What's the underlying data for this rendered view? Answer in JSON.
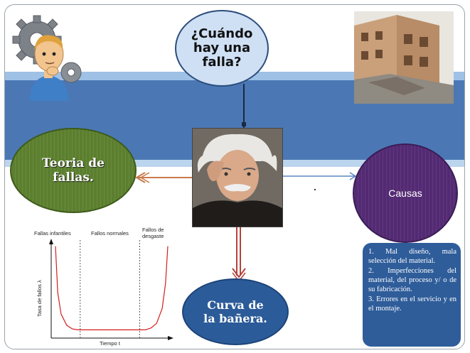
{
  "question": "¿Cuándo hay una falla?",
  "question_lines": [
    "¿Cuándo",
    "hay una",
    "falla?"
  ],
  "teoria_lines": [
    "Teoria de",
    "fallas."
  ],
  "causas_label": "Causas",
  "curva_lines": [
    "Curva de",
    "la bañera."
  ],
  "causes": [
    "1. Mal diseño, mala selección del material.",
    "2. Imperfecciones del material, del proceso y/ o de su fabricación.",
    "3. Errores en el servicio y en el montaje."
  ],
  "colors": {
    "band_dark": "#4b78b5",
    "band_light": "#9fc1e6",
    "question_bubble": "#cfe0f5",
    "teoria_bubble": "#5b7f2e",
    "causas_bubble": "#532a73",
    "curva_bubble": "#2c5b99",
    "causes_box": "#2f5d9a",
    "arrow_left": "#c87a4a",
    "arrow_down": "#b5433c",
    "arrow_right": "#5a86c2",
    "curve": "#d21e1e"
  },
  "chart_data": {
    "type": "line",
    "regions": [
      "Fallas infantiles",
      "Fallos normales",
      "Fallos de desgaste"
    ],
    "xlabel": "Tiempo t",
    "ylabel": "Tasa de fallos λ",
    "x": [
      0,
      2,
      5,
      10,
      15,
      20,
      30,
      40,
      50,
      60,
      70,
      80,
      85,
      90,
      95,
      98,
      100
    ],
    "y": [
      95,
      45,
      22,
      10,
      6,
      5,
      5,
      5,
      5,
      5,
      5,
      5,
      7,
      12,
      28,
      55,
      95
    ],
    "region_boundaries_x": [
      22,
      75
    ],
    "xlim": [
      0,
      100
    ],
    "ylim": [
      0,
      100
    ],
    "grid": false,
    "legend": "none"
  }
}
